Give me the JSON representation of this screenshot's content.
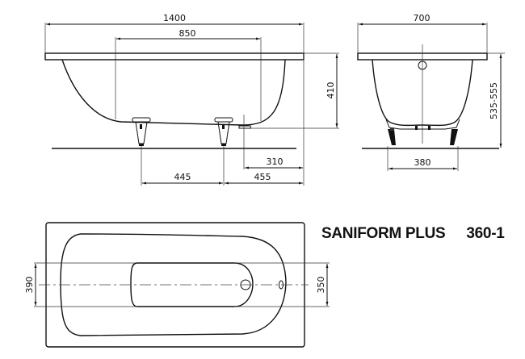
{
  "product": {
    "name": "SANIFORM PLUS",
    "model": "360-1"
  },
  "side_view": {
    "overall_length": "1400",
    "inner_length": "850",
    "height": "410",
    "drain_offset": "310",
    "foot_spacing": "445",
    "foot_to_end": "455"
  },
  "end_view": {
    "overall_width": "700",
    "total_height": "535-555",
    "foot_width": "380"
  },
  "top_view": {
    "inner_width": "390",
    "drain_width": "350"
  },
  "colors": {
    "line": "#111111",
    "background": "#ffffff"
  }
}
